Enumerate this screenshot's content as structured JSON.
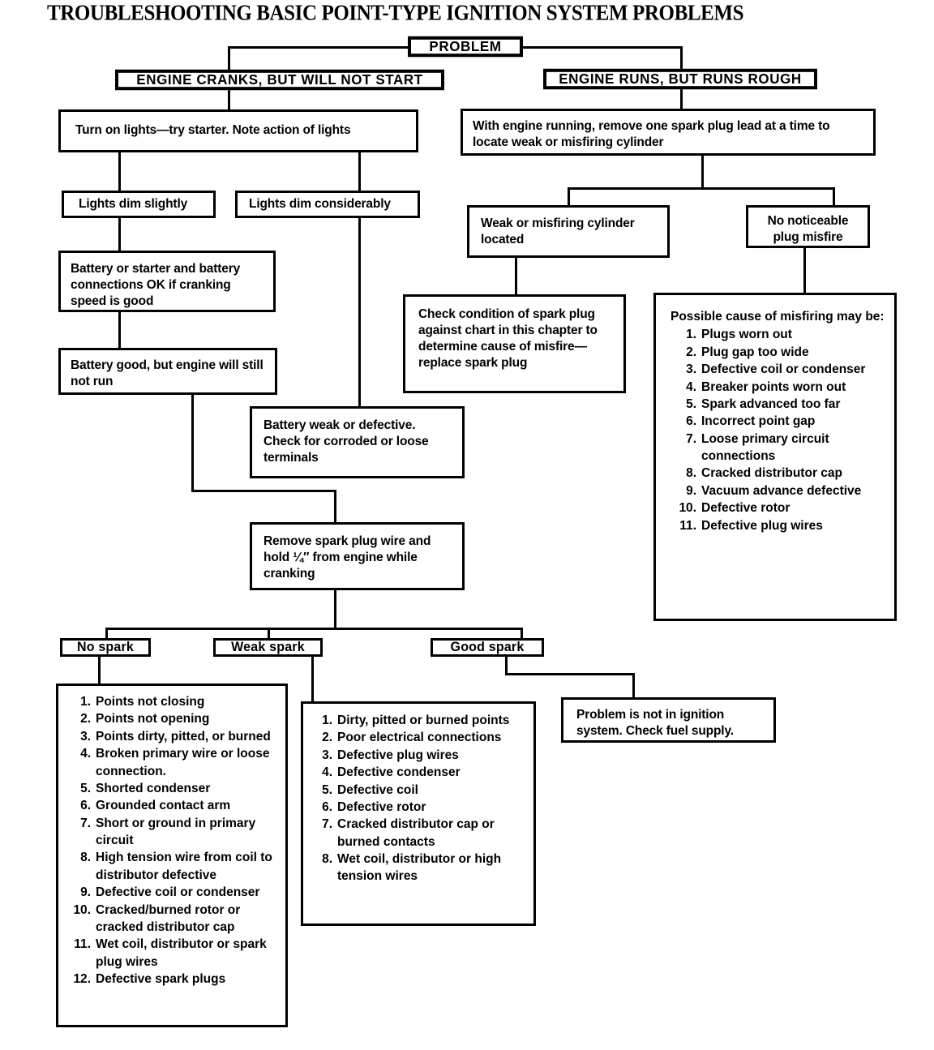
{
  "title": "TROUBLESHOOTING BASIC POINT-TYPE IGNITION SYSTEM PROBLEMS",
  "colors": {
    "ink": "#000000",
    "paper": "#ffffff"
  },
  "nodes": {
    "problem": "PROBLEM",
    "branch_left": "ENGINE CRANKS, BUT WILL NOT START",
    "branch_right": "ENGINE RUNS, BUT RUNS ROUGH",
    "turn_on_lights": "Turn on lights—try starter. Note action of lights",
    "lights_dim_slightly": "Lights dim slightly",
    "lights_dim_considerably": "Lights dim considerably",
    "battery_or_starter": "Battery or starter and battery connections OK if cranking speed is good",
    "battery_good": "Battery good, but engine will still not run",
    "battery_weak": "Battery weak or defective. Check for corroded or loose terminals",
    "remove_plug_wire": "Remove spark plug wire and hold ¼″ from engine while cranking",
    "with_engine_running": "With engine running, remove one spark plug lead at a time to locate weak or misfiring cylinder",
    "weak_cylinder_located": "Weak or misfiring cylinder located",
    "no_noticeable_misfire": "No noticeable plug misfire",
    "check_condition": "Check condition of spark plug against chart in this chapter to determine cause of misfire—replace spark plug",
    "no_spark": "No spark",
    "weak_spark": "Weak spark",
    "good_spark": "Good spark",
    "not_ignition": "Problem is not in ignition system. Check fuel supply."
  },
  "lists": {
    "possible_misfire": {
      "lead": "Possible cause of misfiring may be:",
      "items": [
        "Plugs worn out",
        "Plug gap too wide",
        "Defective coil or condenser",
        "Breaker points worn out",
        "Spark advanced too far",
        "Incorrect point gap",
        "Loose primary circuit connections",
        "Cracked distributor cap",
        "Vacuum advance defective",
        "Defective rotor",
        "Defective plug wires"
      ]
    },
    "no_spark_causes": {
      "items": [
        "Points not closing",
        "Points not opening",
        "Points dirty, pitted, or burned",
        "Broken primary wire or loose connection.",
        "Shorted condenser",
        "Grounded contact arm",
        "Short or ground in primary circuit",
        "High tension wire from coil to distributor defective",
        "Defective coil or condenser",
        "Cracked/burned rotor or cracked distributor cap",
        "Wet coil, distributor or spark plug wires",
        "Defective spark plugs"
      ]
    },
    "weak_spark_causes": {
      "items": [
        "Dirty, pitted or burned points",
        "Poor electrical connections",
        "Defective plug wires",
        "Defective condenser",
        "Defective coil",
        "Defective rotor",
        "Cracked distributor cap or burned contacts",
        "Wet coil, distributor or high tension wires"
      ]
    }
  }
}
